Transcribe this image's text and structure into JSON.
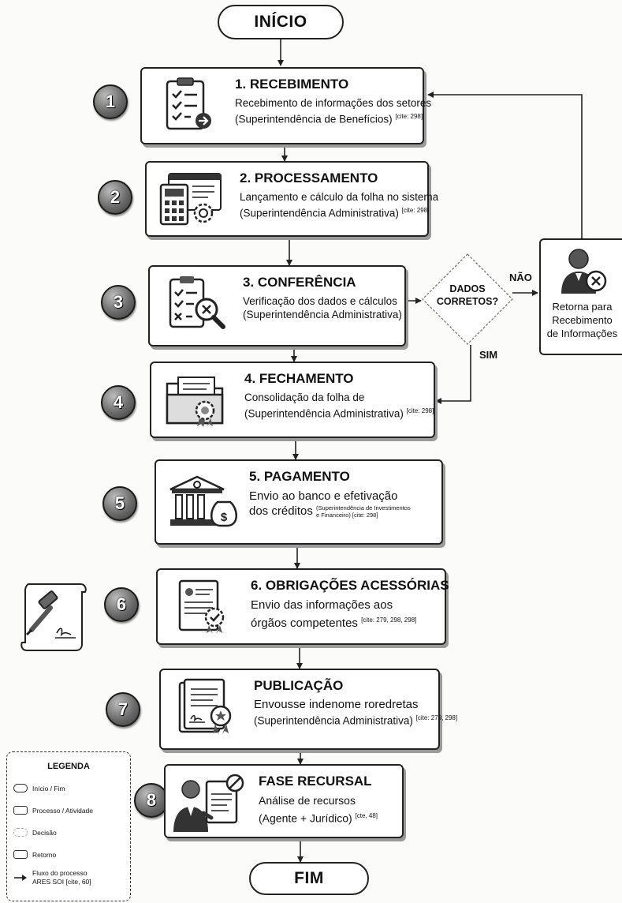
{
  "start_label": "INÍCIO",
  "end_label": "FIM",
  "steps": [
    {
      "number": "1",
      "title": "1. RECEBIMENTO",
      "desc1": "Recebimento de informações dos setores",
      "desc2": "(Superintendência de Benefícios)",
      "cite": "[cite: 298]",
      "icon": "checklist-icon"
    },
    {
      "number": "2",
      "title": "2. PROCESSAMENTO",
      "desc1": "Lançamento e cálculo da folha no sistema",
      "desc2": "(Superintendência Administrativa)",
      "cite": "[cite: 298]",
      "icon": "calculator-icon"
    },
    {
      "number": "3",
      "title": "3. CONFERÊNCIA",
      "desc1": "Verificação dos dados e cálculos",
      "desc2": "(Superintendência Administrativa)",
      "cite": "",
      "icon": "magnifier-icon"
    },
    {
      "number": "4",
      "title": "4. FECHAMENTO",
      "desc1": "Consolidação da folha de",
      "desc2": "(Superintendência Administrativa)",
      "cite": "[cite: 298]",
      "icon": "folder-icon"
    },
    {
      "number": "5",
      "title": "5. PAGAMENTO",
      "desc1": "Envio ao banco e efetivação",
      "desc2": "dos créditos",
      "cite_line1": "(Superintendência de Investimentos",
      "cite_line2": "e Financeiro) [cite: 298]",
      "icon": "bank-icon"
    },
    {
      "number": "6",
      "title": "6. OBRIGAÇÕES ACESSÓRIAS",
      "desc1": "Envio das informações aos",
      "desc2": "órgãos competentes",
      "cite": "[cite: 279, 298, 298]",
      "icon": "certificate-icon"
    },
    {
      "number": "7",
      "title": "PUBLICAÇÃO",
      "desc1": "Envousse indenome roredretas",
      "desc2": "(Superintendência Administrativa)",
      "cite": "[cite: 279, 298]",
      "icon": "document-award-icon"
    },
    {
      "number": "8",
      "title": "FASE RECURSAL",
      "desc1": "Análise de recursos",
      "desc2": "(Agente + Jurídico)",
      "cite": "[cte, 48]",
      "icon": "appeal-person-icon"
    }
  ],
  "decision": {
    "line1": "DADOS",
    "line2": "CORRETOS?",
    "no_label": "NÃO",
    "yes_label": "SIM"
  },
  "return_box": {
    "line1": "Retorna para",
    "line2": "Recebimento",
    "line3": "de Informações"
  },
  "legend": {
    "title": "LEGENDA",
    "items": [
      "Início / Fim",
      "Processo / Atividade",
      "Decisão",
      "Retorno"
    ],
    "flow_line1": "Fluxo do processo",
    "flow_line2": "ARES SOI [cite, 60]"
  }
}
